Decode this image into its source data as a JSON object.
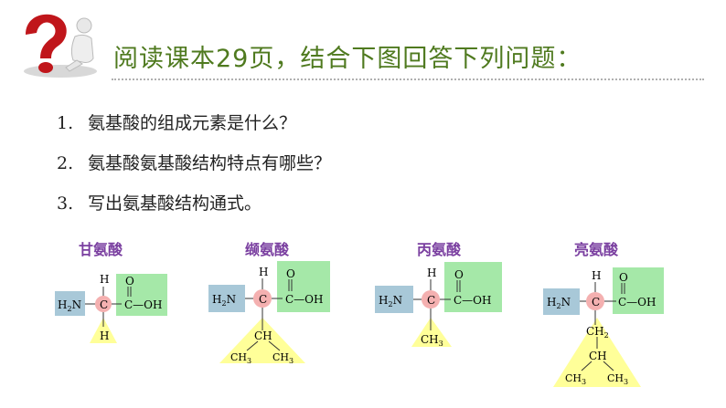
{
  "slide": {
    "title": "阅读课本29页，结合下图回答下列问题：",
    "questions": [
      {
        "num": "1.",
        "text": "氨基酸的组成元素是什么？"
      },
      {
        "num": "2.",
        "text": "氨基酸氨基酸结构特点有哪些？"
      },
      {
        "num": "3.",
        "text": "写出氨基酸结构通式。"
      }
    ]
  },
  "amino_acids": [
    {
      "name": "甘氨酸",
      "amino": "H2N",
      "alpha": "C",
      "top": "H",
      "carboxyl_o": "O",
      "carboxyl": "C—OH",
      "side": [
        "H"
      ]
    },
    {
      "name": "缬氨酸",
      "amino": "H2N",
      "alpha": "C",
      "top": "H",
      "carboxyl_o": "O",
      "carboxyl": "C—OH",
      "side": [
        "CH",
        "CH3",
        "CH3"
      ]
    },
    {
      "name": "丙氨酸",
      "amino": "H2N",
      "alpha": "C",
      "top": "H",
      "carboxyl_o": "O",
      "carboxyl": "C—OH",
      "side": [
        "CH3"
      ]
    },
    {
      "name": "亮氨酸",
      "amino": "H2N",
      "alpha": "C",
      "top": "H",
      "carboxyl_o": "O",
      "carboxyl": "C—OH",
      "side": [
        "CH2",
        "CH",
        "CH3",
        "CH3"
      ]
    }
  ],
  "colors": {
    "title": "#4f7a1f",
    "amino_box": "#a8c8d8",
    "carboxyl_box": "#a5e8a8",
    "alpha_circle": "#f4b0b0",
    "side_chain": "#ffff99",
    "amino_acid_name": "#7a3fa0"
  },
  "icons": {
    "logo": "question-mark-thinker-icon"
  }
}
